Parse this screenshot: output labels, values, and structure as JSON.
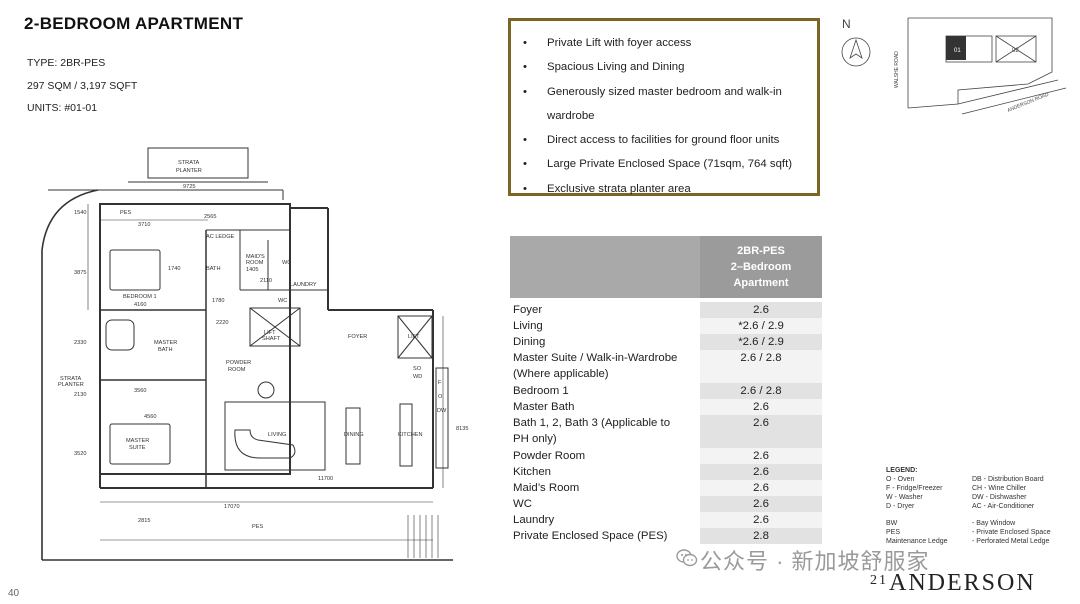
{
  "title": "2-BEDROOM APARTMENT",
  "meta": {
    "type": "TYPE: 2BR-PES",
    "area": "297 SQM / 3,197 SQFT",
    "units": "UNITS: #01-01"
  },
  "features": [
    "Private Lift with foyer access",
    "Spacious Living and Dining",
    "Generously sized master bedroom and walk-in",
    "wardrobe",
    "Direct access to facilities for ground floor units",
    "Large Private Enclosed Space (71sqm, 764 sqft)",
    "Exclusive strata planter area"
  ],
  "bullet": "•",
  "table": {
    "header": [
      "2BR-PES",
      "2–Bedroom",
      "Apartment"
    ],
    "rows": [
      {
        "label": "Foyer",
        "value": "2.6"
      },
      {
        "label": "Living",
        "value": "*2.6 / 2.9"
      },
      {
        "label": "Dining",
        "value": "*2.6 / 2.9"
      },
      {
        "label": "Master Suite / Walk-in-Wardrobe",
        "label2": "(Where applicable)",
        "value": "2.6 / 2.8"
      },
      {
        "label": "Bedroom 1",
        "value": "2.6 / 2.8"
      },
      {
        "label": "Master Bath",
        "value": "2.6"
      },
      {
        "label": "Bath 1, 2, Bath 3 (Applicable to",
        "label2": "PH only)",
        "value": "2.6"
      },
      {
        "label": "Powder Room",
        "value": "2.6"
      },
      {
        "label": "Kitchen",
        "value": "2.6"
      },
      {
        "label": "Maid’s Room",
        "value": "2.6"
      },
      {
        "label": "WC",
        "value": "2.6"
      },
      {
        "label": "Laundry",
        "value": "2.6"
      },
      {
        "label": "Private Enclosed Space (PES)",
        "value": "2.8"
      }
    ]
  },
  "plan_labels": {
    "strata_planter": "STRATA",
    "strata_planter2": "PLANTER",
    "pes_top": "PES",
    "dim_9725": "9725",
    "dim_3710": "3710",
    "dim_2565": "2565",
    "dim_1540": "1540",
    "ac_ledge": "AC LEDGE",
    "dim_3875": "3875",
    "dim_1740": "1740",
    "bath": "BATH",
    "maids_room": "MAID'S",
    "maids_room2": "ROOM",
    "dim_1405": "1405",
    "wc": "WC",
    "dim_2110": "2110",
    "laundry": "LAUNDRY",
    "bedroom1": "BEDROOM 1",
    "dim_4160": "4160",
    "dim_1780": "1780",
    "wc2": "WC",
    "dim_2220": "2220",
    "lift_shaft": "LIFT",
    "lift_shaft2": "SHAFT",
    "foyer": "FOYER",
    "lift": "LIFT",
    "dim_2330": "2330",
    "master_bath": "MASTER",
    "master_bath2": "BATH",
    "powder_room": "POWDER",
    "powder_room2": "ROOM",
    "so": "SO",
    "wd": "WD",
    "strata_planter_left": "STRATA",
    "strata_planter_left2": "PLANTER",
    "dim_3560": "3560",
    "dim_2130": "2130",
    "dim_4560": "4560",
    "master_suite": "MASTER",
    "master_suite2": "SUITE",
    "living": "LIVING",
    "dining": "DINING",
    "kitchen": "KITCHEN",
    "dim_8135": "8135",
    "dim_3520": "3520",
    "dim_11700": "11700",
    "dim_17070": "17070",
    "dim_2815": "2815",
    "pes_bottom": "PES",
    "f": "F",
    "o": "O",
    "dw": "DW"
  },
  "keyplan": {
    "north": "N",
    "walshe_road": "WALSHE ROAD",
    "anderson_road": "ANDERSON ROAD",
    "block1": "01",
    "block2": "02"
  },
  "legend": {
    "title": "LEGEND:",
    "items": [
      [
        "O  - Oven",
        "DB - Distribution Board"
      ],
      [
        "F  - Fridge/Freezer",
        "CH - Wine Chiller"
      ],
      [
        "W  - Washer",
        "DW - Dishwasher"
      ],
      [
        "D  - Dryer",
        "AC - Air-Conditioner"
      ],
      [
        "",
        ""
      ],
      [
        "BW",
        "- Bay Window"
      ],
      [
        "PES",
        "- Private Enclosed Space"
      ],
      [
        "Maintenance Ledge",
        "- Perforated Metal Ledge"
      ]
    ]
  },
  "watermark": "公众号 · 新加坡舒服家",
  "brand": {
    "num": "21",
    "name": "ANDERSON"
  },
  "page_number": "40",
  "colors": {
    "frame": "#7a6526",
    "header_bg": "#9b9b9b",
    "cell_shade": "#e2e2e2"
  }
}
